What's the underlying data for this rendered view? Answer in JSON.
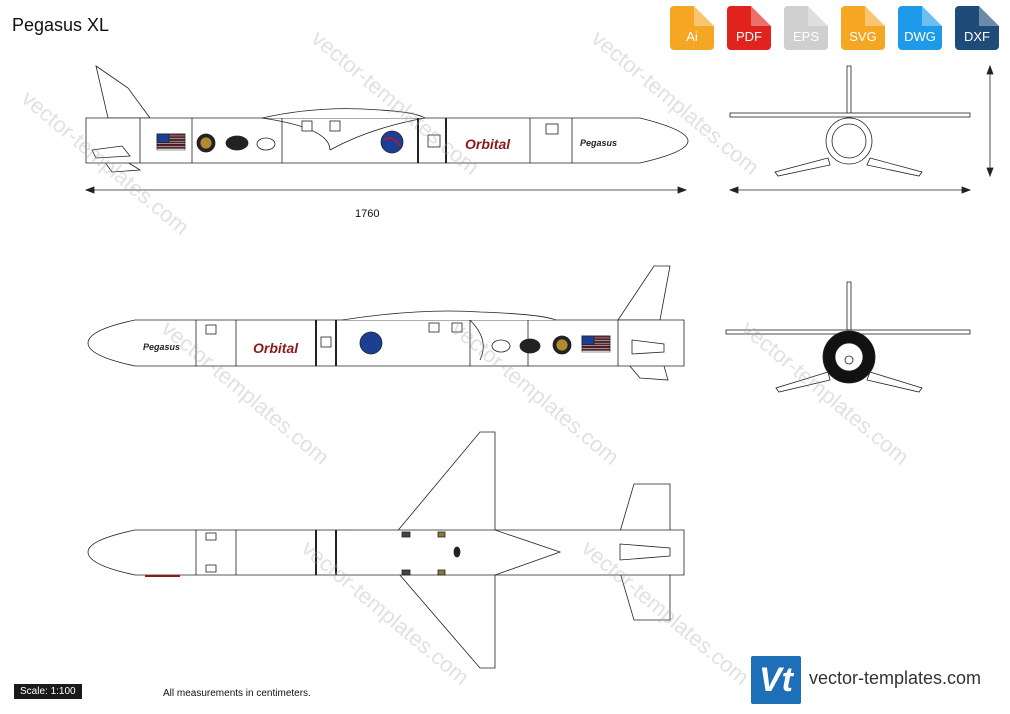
{
  "title": "Pegasus XL",
  "formats": [
    {
      "label": "Ai",
      "color": "#f5a623",
      "icon": "file-icon"
    },
    {
      "label": "PDF",
      "color": "#e0231c",
      "icon": "file-icon"
    },
    {
      "label": "EPS",
      "color": "#cfcfcf",
      "icon": "file-icon"
    },
    {
      "label": "SVG",
      "color": "#f5a623",
      "icon": "file-icon"
    },
    {
      "label": "DWG",
      "color": "#1e9be8",
      "icon": "file-icon"
    },
    {
      "label": "DXF",
      "color": "#1f4b78",
      "icon": "file-icon"
    }
  ],
  "dimension_width": "1760",
  "scale": "Scale: 1:100",
  "note": "All measurements in centimeters.",
  "brand": {
    "logo_text": "Vt",
    "name": "vector-templates.com"
  },
  "watermark_text": "vector-templates.com",
  "decals": {
    "orbital": "Orbital",
    "pegasus": "Pegasus"
  }
}
